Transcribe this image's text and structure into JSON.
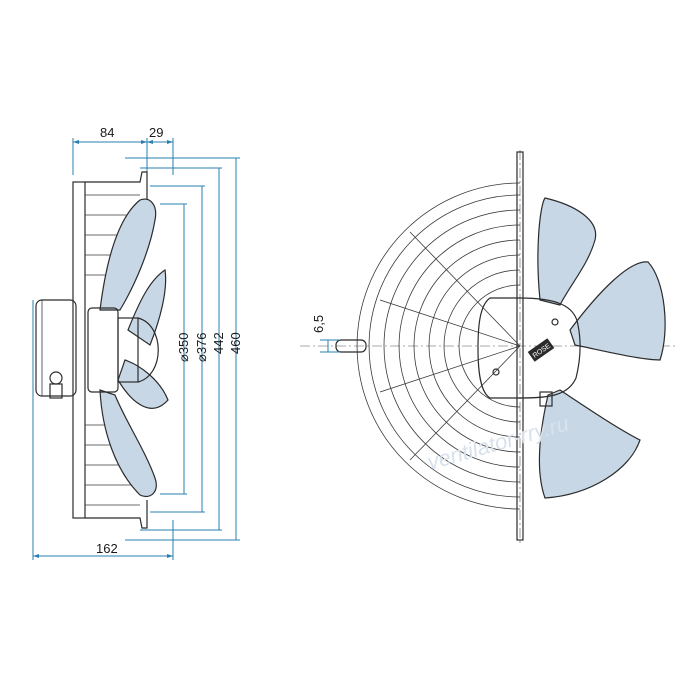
{
  "dimensions": {
    "depth_motor": "84",
    "depth_guard": "29",
    "total_depth": "162",
    "d_350": "⌀350",
    "d_376": "⌀376",
    "d_442": "442",
    "d_460": "460",
    "hole_6_5": "6,5"
  },
  "label_plate": "ROSE",
  "watermark": "ventilator-rry.ru",
  "colors": {
    "blade_fill": "#c7d7e6",
    "dimension_line": "#2a7fb0",
    "outline": "#2b2b2b"
  }
}
